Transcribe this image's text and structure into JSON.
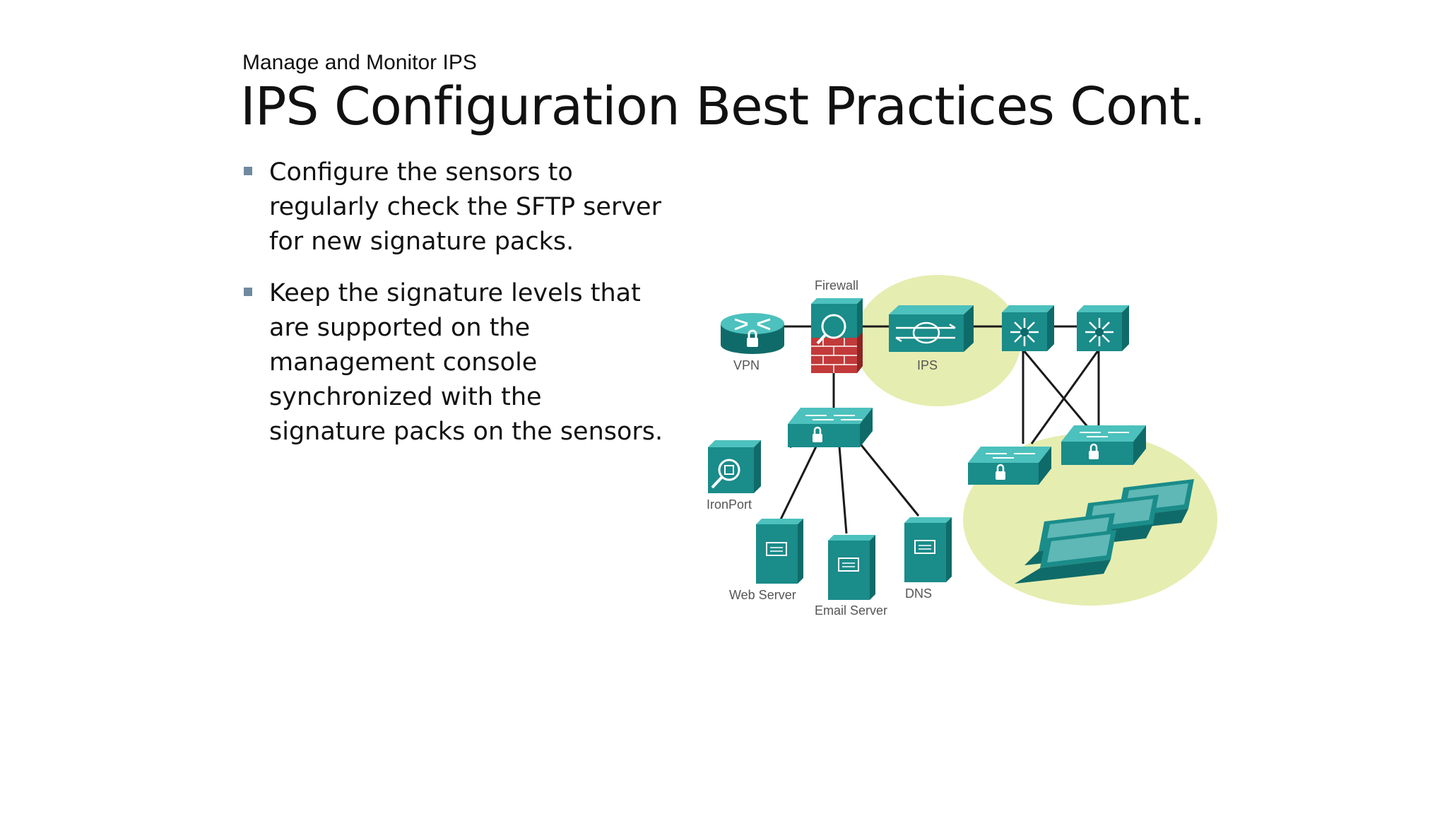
{
  "slide": {
    "section": "Manage and Monitor IPS",
    "title": "IPS Configuration Best Practices Cont.",
    "bullets": [
      "Configure the sensors to\nregularly check the SFTP server\nfor new signature packs.",
      "Keep the signature levels that\nare supported on the\nmanagement console\nsynchronized with the\nsignature packs on the sensors."
    ]
  },
  "diagram": {
    "labels": {
      "firewall": "Firewall",
      "vpn": "VPN",
      "ips": "IPS",
      "ironport": "IronPort",
      "web_server": "Web Server",
      "email_server": "Email Server",
      "dns": "DNS"
    },
    "colors": {
      "device": "#1a8c8a",
      "device_top": "#4cc1bd",
      "device_side": "#0f6b69",
      "highlight": "#e6edb0",
      "firewall_brick": "#c23a3a",
      "link": "#1a1a1a"
    }
  }
}
